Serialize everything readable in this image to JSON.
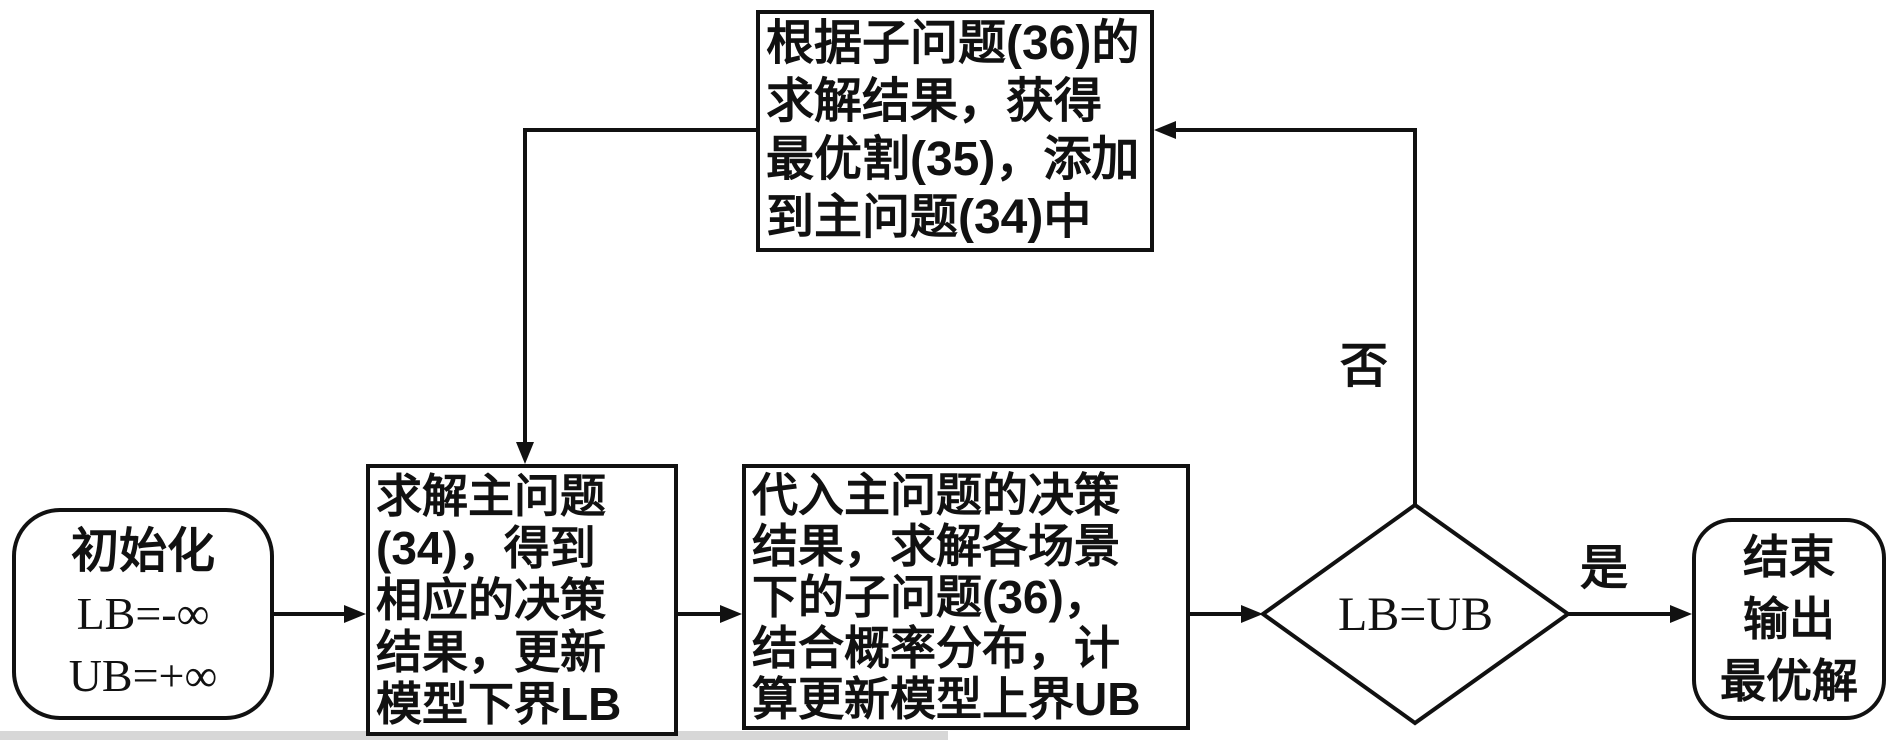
{
  "nodes": {
    "start": {
      "lines": [
        "初始化",
        "LB=-∞",
        "UB=+∞"
      ]
    },
    "solve_master": {
      "lines": [
        "求解主问题",
        "(34)，得到",
        "相应的决策",
        "结果，更新",
        "模型下界LB"
      ]
    },
    "solve_sub": {
      "lines": [
        "代入主问题的决策",
        "结果，求解各场景",
        "下的子问题(36)，",
        "结合概率分布，计",
        "算更新模型上界UB"
      ]
    },
    "decision": {
      "label": "LB=UB"
    },
    "add_cut": {
      "lines": [
        "根据子问题(36)的",
        "求解结果，获得",
        "最优割(35)，添加",
        "到主问题(34)中"
      ]
    },
    "end": {
      "lines": [
        "结束",
        "输出",
        "最优解"
      ]
    }
  },
  "edge_labels": {
    "yes": "是",
    "no": "否"
  },
  "colors": {
    "stroke": "#111111",
    "background": "#ffffff"
  }
}
